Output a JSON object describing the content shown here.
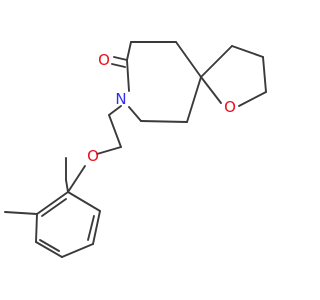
{
  "molecule": {
    "atoms": {
      "carbonyl_oxygen": {
        "label": "O",
        "color": "#e8101e"
      },
      "ring_nitrogen": {
        "label": "N",
        "color": "#2f2ff0"
      },
      "ether_oxygen": {
        "label": "O",
        "color": "#e8101e"
      },
      "spiro_oxygen": {
        "label": "O",
        "color": "#e8101e"
      }
    },
    "bond_color": "#3a3a3a",
    "background": "#ffffff"
  }
}
